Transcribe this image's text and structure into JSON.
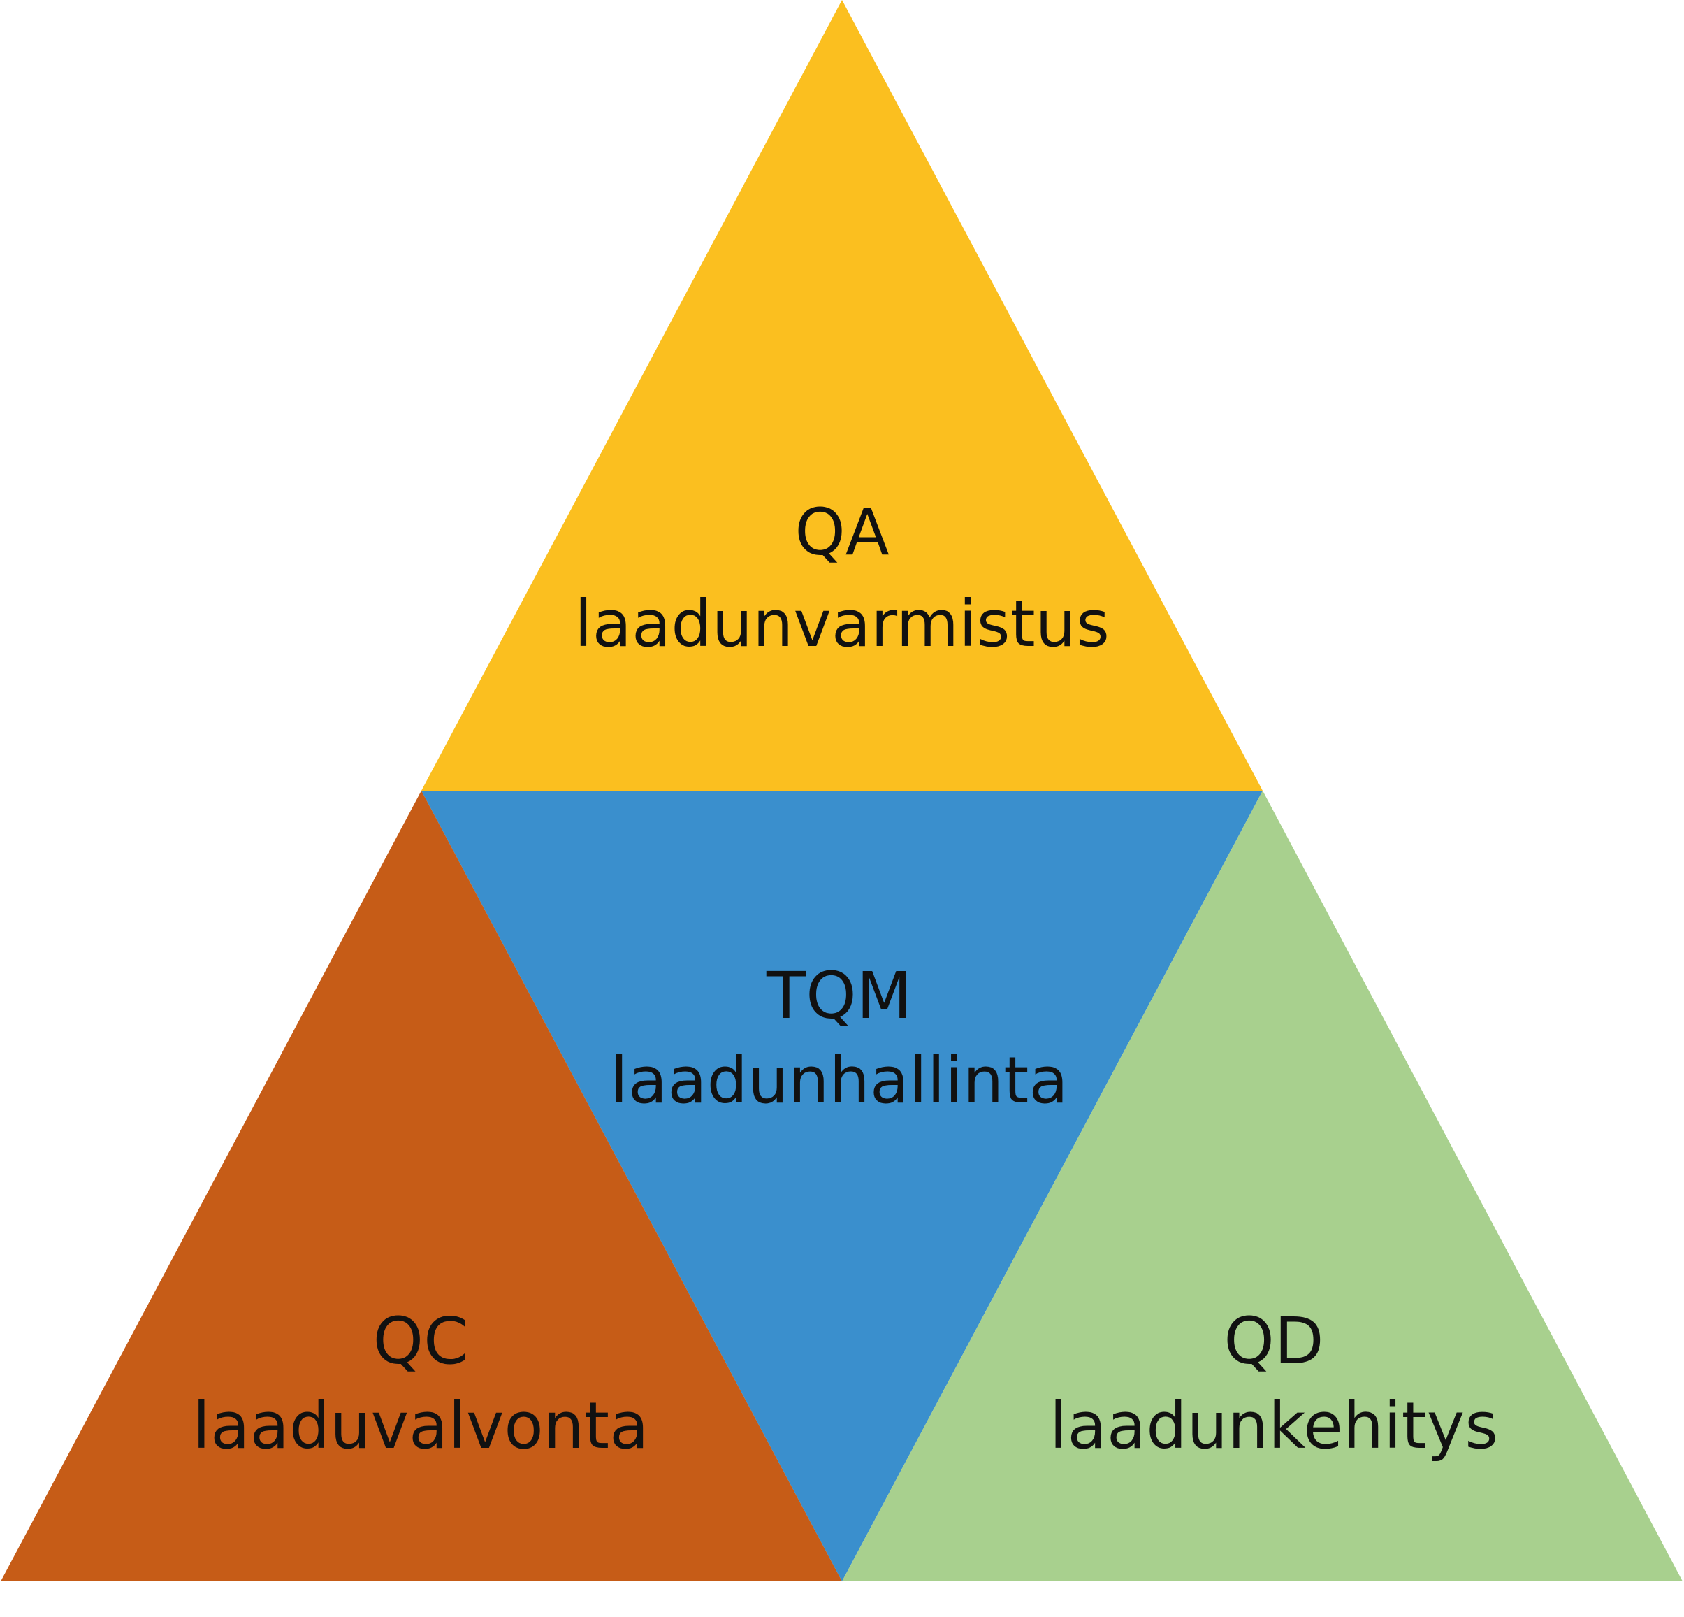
{
  "diagram": {
    "sections": [
      {
        "id": "qa",
        "abbr": "QA",
        "label": "laadunvarmistus",
        "color": "#FBBF1F"
      },
      {
        "id": "tqm",
        "abbr": "TQM",
        "label": "laadunhallinta",
        "color": "#3A8FCD"
      },
      {
        "id": "qc",
        "abbr": "QC",
        "label": "laaduvalvonta",
        "color": "#C65C17"
      },
      {
        "id": "qd",
        "abbr": "QD",
        "label": "laadunkehitys",
        "color": "#A8D08E"
      }
    ]
  }
}
